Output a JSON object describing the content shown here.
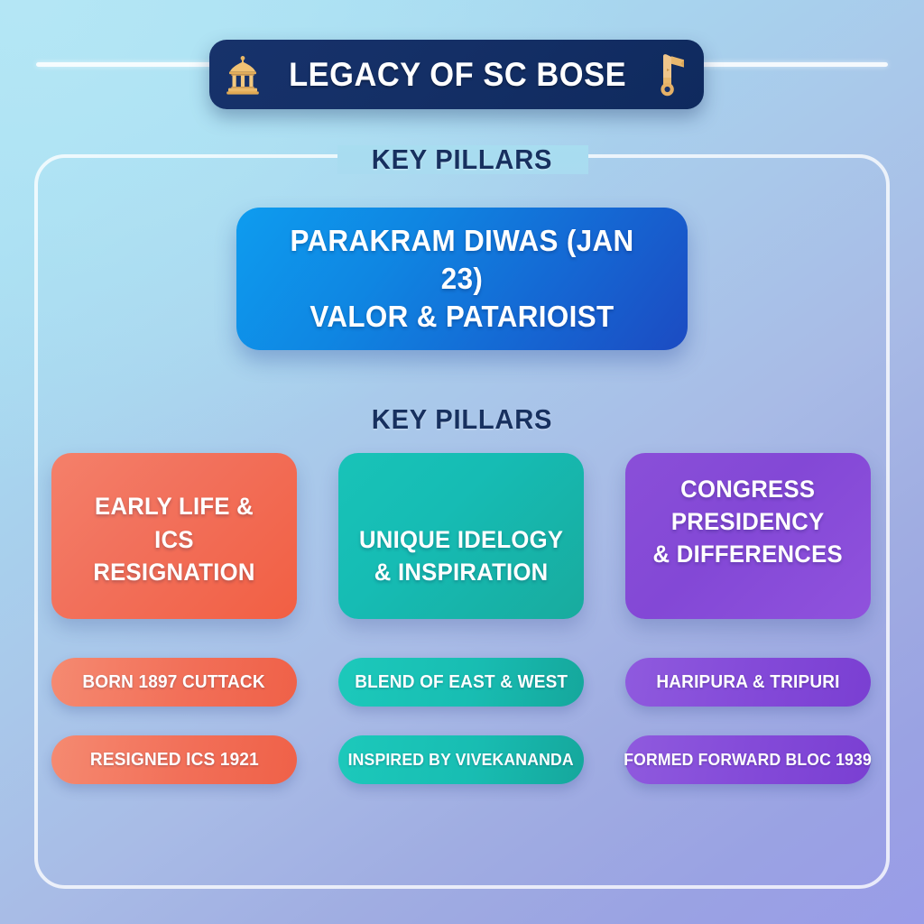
{
  "header": {
    "title": "LEGACY OF SC BOSE",
    "left_icon": "classical-building-icon",
    "right_icon": "flag-icon"
  },
  "section_headings": {
    "top": "KEY PILLARS",
    "second": "KEY PILLARS"
  },
  "hero": {
    "line1": "PARAKRAM DIWAS (JAN 23)",
    "line2": "VALOR & PATARIOIST",
    "color": "#0f86e2"
  },
  "pillars": [
    {
      "line1": "EARLY LIFE &",
      "line2": "ICS RESIGNATION",
      "line3": "",
      "color": "#f2715c",
      "facts": [
        "BORN 1897 CUTTACK",
        "RESIGNED ICS 1921"
      ]
    },
    {
      "line1": "UNIQUE IDELOGY",
      "line2": "& INSPIRATION",
      "line3": "",
      "color": "#16bcb4",
      "facts": [
        "BLEND OF EAST & WEST",
        "INSPIRED BY VIVEKANANDA"
      ]
    },
    {
      "line1": "CONGRESS",
      "line2": "PRESIDENCY",
      "line3": "& DIFFERENCES",
      "color": "#8348d6",
      "facts": [
        "HARIPURA & TRIPURI",
        "FORMED FORWARD BLOC 1939"
      ]
    }
  ]
}
